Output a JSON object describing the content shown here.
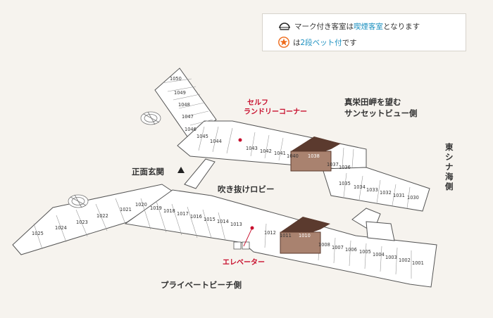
{
  "legend": {
    "smoking_prefix": "マーク付き客室は",
    "smoking_highlight": "喫煙客室",
    "smoking_suffix": "となります",
    "pet_prefix": "は",
    "pet_highlight": "2段ベット付",
    "pet_suffix": "です",
    "smoking_icon": "smoking-mark-icon",
    "pet_icon": "orange-star-icon"
  },
  "labels": {
    "laundry_line1": "セルフ",
    "laundry_line2": "ランドリーコーナー",
    "view_line1": "真栄田岬を望む",
    "view_line2": "サンセットビュー側",
    "east_china_sea": "東シナ海側",
    "main_entrance": "正面玄関",
    "atrium": "吹き抜けロビー",
    "elevator": "エレベーター",
    "beach": "プライベートビーチ側"
  },
  "rooms_upper": [
    "1050",
    "1049",
    "1048",
    "1047",
    "1046",
    "1045",
    "1044",
    "1043",
    "1042",
    "1041",
    "1040",
    "1038",
    "1037",
    "1036"
  ],
  "rooms_east": [
    "1035",
    "1034",
    "1033",
    "1032",
    "1031",
    "1030"
  ],
  "rooms_lower": [
    "1025",
    "1024",
    "1023",
    "1022",
    "1021",
    "1020",
    "1019",
    "1018",
    "1017",
    "1016",
    "1015",
    "1014",
    "1013",
    "1012",
    "1011",
    "1010",
    "1008",
    "1007",
    "1006",
    "1005",
    "1004",
    "1003",
    "1002",
    "1001"
  ],
  "colors": {
    "floor": "#ffffff",
    "outline": "#555555",
    "dark_room": "#5b3a2e",
    "dark_room_top": "#a9826f",
    "accent_red": "#c8102e",
    "accent_blue": "#1a8fbf",
    "star": "#ee6a1a"
  }
}
